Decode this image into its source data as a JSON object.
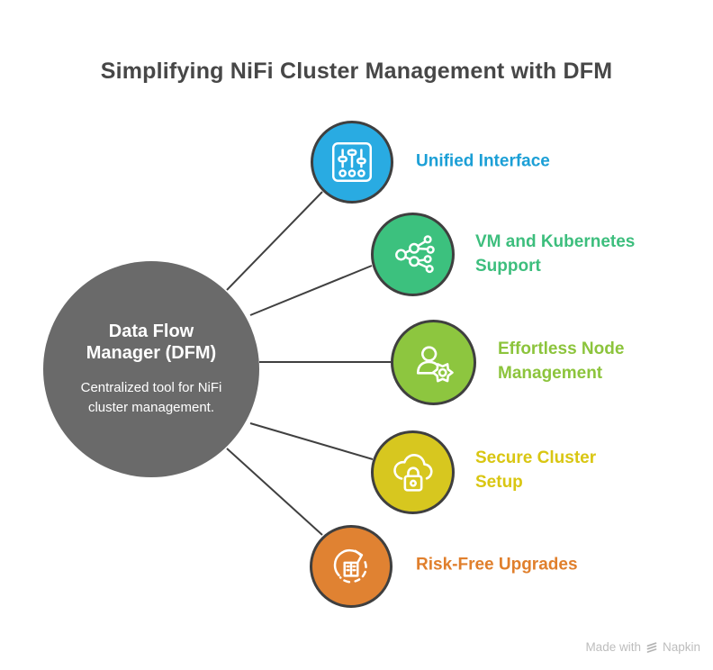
{
  "title": "Simplifying NiFi Cluster Management with DFM",
  "center": {
    "title": "Data Flow Manager (DFM)",
    "subtitle": "Centralized tool for NiFi cluster management.",
    "color": "#6a6a6a"
  },
  "nodes": [
    {
      "label": "Unified Interface",
      "icon": "sliders-panel-icon",
      "color": "#29abe2",
      "text_color": "#1b9fd6"
    },
    {
      "label": "VM and Kubernetes Support",
      "icon": "network-nodes-icon",
      "color": "#3cc17e",
      "text_color": "#3dbe7d"
    },
    {
      "label": "Effortless Node Management",
      "icon": "user-gear-icon",
      "color": "#8dc63f",
      "text_color": "#8cc43c"
    },
    {
      "label": "Secure Cluster Setup",
      "icon": "cloud-lock-icon",
      "color": "#d7c71f",
      "text_color": "#d9c612"
    },
    {
      "label": "Risk-Free Upgrades",
      "icon": "upgrade-refresh-icon",
      "color": "#e08232",
      "text_color": "#e07f2c"
    }
  ],
  "colors": {
    "outline": "#3f3f3f",
    "connector": "#404040",
    "title_text": "#474747"
  },
  "watermark": {
    "prefix": "Made with",
    "brand": "Napkin"
  }
}
